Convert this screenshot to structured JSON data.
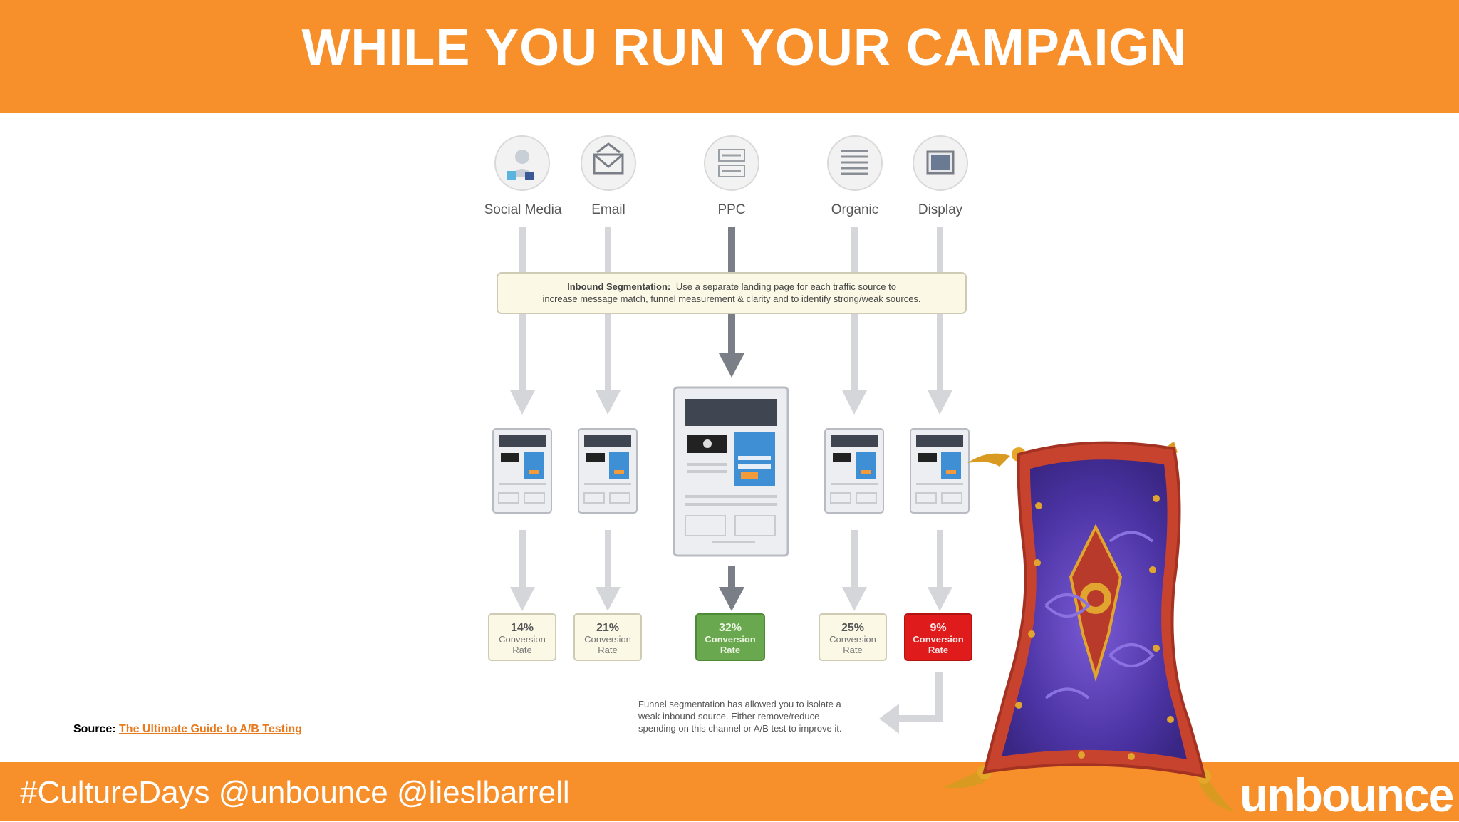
{
  "slide": {
    "title": "WHILE YOU RUN YOUR CAMPAIGN",
    "footer_text": "#CultureDays @unbounce @lieslbarrell",
    "logo_text": "unbounce",
    "source_label": "Source:",
    "source_link": "The Ultimate Guide to A/B Testing"
  },
  "diagram": {
    "sources": [
      {
        "label": "Social Media",
        "icon": "person-social-icon"
      },
      {
        "label": "Email",
        "icon": "envelope-icon"
      },
      {
        "label": "PPC",
        "icon": "ad-list-icon"
      },
      {
        "label": "Organic",
        "icon": "text-lines-icon"
      },
      {
        "label": "Display",
        "icon": "display-screen-icon"
      }
    ],
    "callout": {
      "bold": "Inbound Segmentation:",
      "line1": "Use a separate landing page for each traffic source to",
      "line2": "increase message match, funnel measurement & clarity and to identify strong/weak sources."
    },
    "results": [
      {
        "pct": "14%",
        "line1": "Conversion",
        "line2": "Rate",
        "style": "neutral"
      },
      {
        "pct": "21%",
        "line1": "Conversion",
        "line2": "Rate",
        "style": "neutral"
      },
      {
        "pct": "32%",
        "line1": "Conversion",
        "line2": "Rate",
        "style": "good"
      },
      {
        "pct": "25%",
        "line1": "Conversion",
        "line2": "Rate",
        "style": "neutral"
      },
      {
        "pct": "9%",
        "line1": "Conversion",
        "line2": "Rate",
        "style": "bad"
      }
    ],
    "funnel_note": {
      "line1": "Funnel segmentation has allowed you to isolate a",
      "line2": "weak inbound source. Either remove/reduce",
      "line3": "spending on this channel or A/B test to improve it."
    }
  },
  "colors": {
    "brand_orange": "#f7902b",
    "good_green": "#6aa84f",
    "bad_red": "#e01b1b",
    "neutral_box": "#fbf8e6"
  },
  "decoration": "flying-carpet-illustration"
}
